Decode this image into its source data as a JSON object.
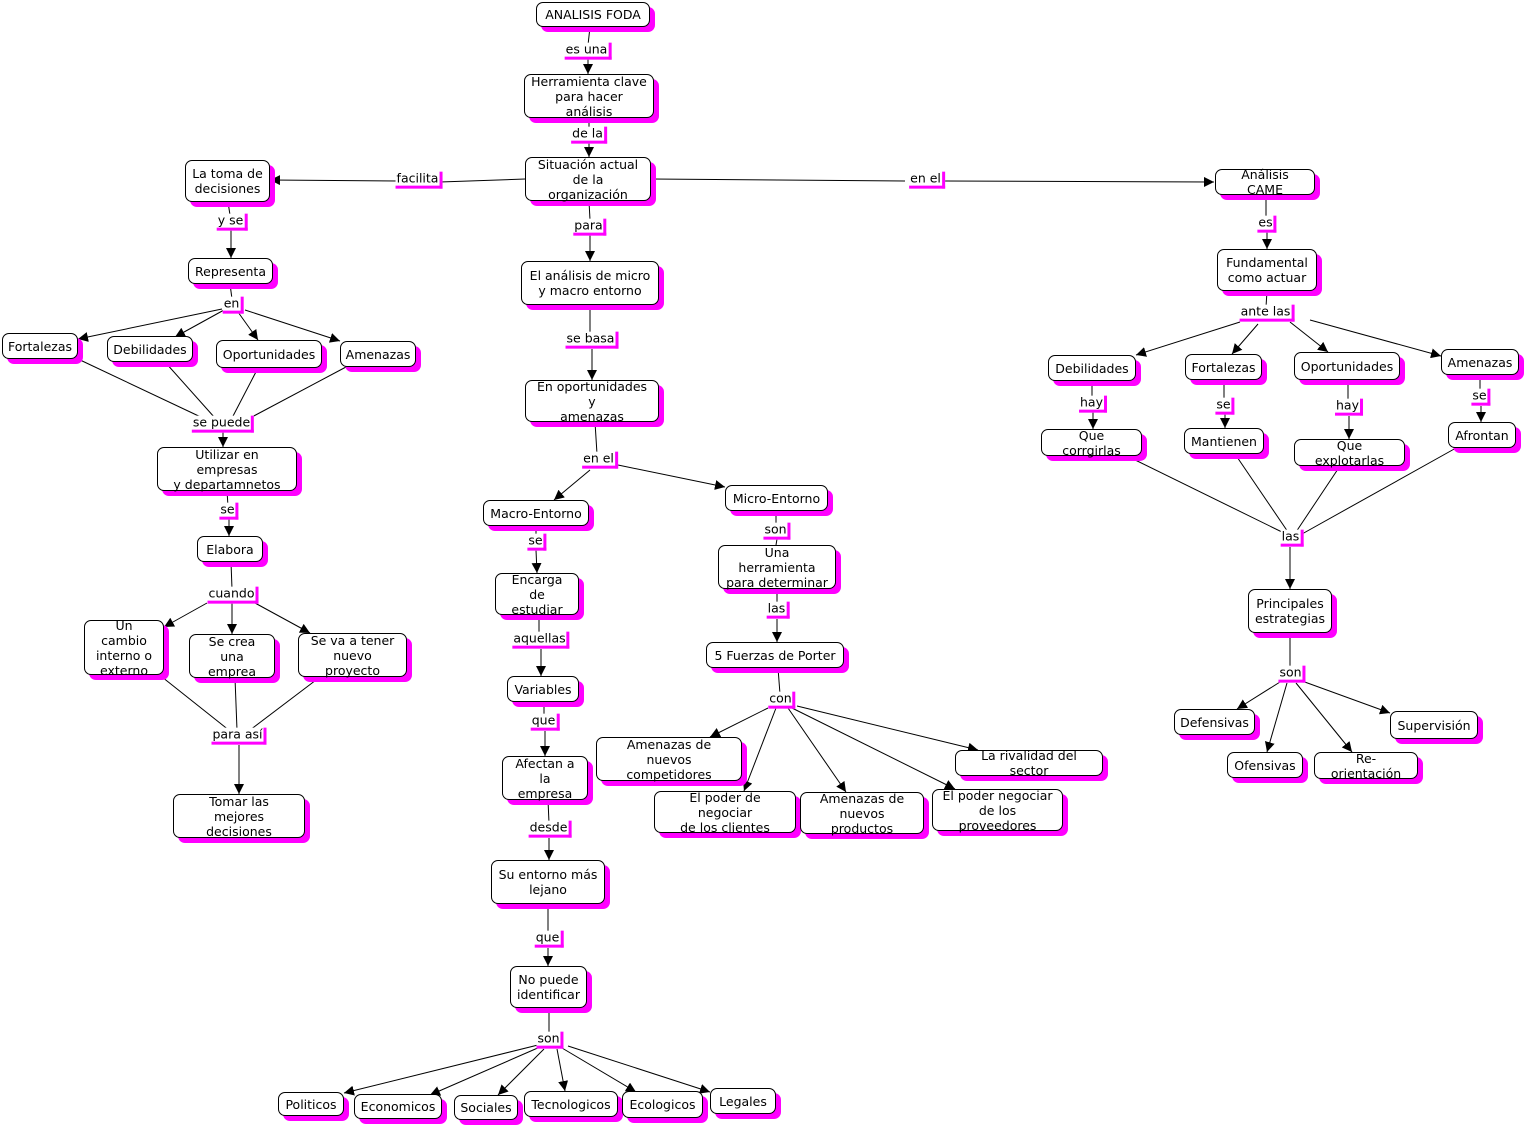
{
  "colors": {
    "shadow": "#ff00ff",
    "line": "#000000",
    "background": "#ffffff"
  },
  "nodes": {
    "analisis_foda": "ANALISIS FODA",
    "herramienta_clave": "Herramienta clave\npara hacer análisis",
    "situacion_actual": "Situación actual\nde la organización",
    "la_toma": "La toma de\ndecisiones",
    "representa": "Representa",
    "l_fortalezas": "Fortalezas",
    "l_debilidades": "Debilidades",
    "l_oportunidades": "Oportunidades",
    "l_amenazas": "Amenazas",
    "utilizar": "Utilizar en empresas\ny departamnetos",
    "elabora": "Elabora",
    "cambio": "Un cambio\ninterno o\nexterno",
    "crea_empresa": "Se crea una\nemprea",
    "nuevo_proyecto": "Se va a tener\nnuevo proyecto",
    "tomar_mejores": "Tomar las\nmejores decisiones",
    "analisis_micro": "El análisis de micro\ny macro entorno",
    "oportunidades_amenazas": "En oportunidades y\namenazas",
    "macro_entorno": "Macro-Entorno",
    "micro_entorno": "Micro-Entorno",
    "encarga": "Encarga de\nestudiar",
    "variables": "Variables",
    "afectan": "Afectan a la\nempresa",
    "entorno_lejano": "Su entorno más\nlejano",
    "no_puede": "No puede\nidentificar",
    "politicos": "Politicos",
    "economicos": "Economicos",
    "sociales": "Sociales",
    "tecnologicos": "Tecnologicos",
    "ecologicos": "Ecologicos",
    "legales": "Legales",
    "herramienta_determinar": "Una herramienta\npara determinar",
    "porter": "5 Fuerzas de Porter",
    "nuevos_competidores": "Amenazas de\nnuevos competidores",
    "poder_clientes": "El poder de negociar\nde los clientes",
    "nuevos_productos": "Amenazas de\nnuevos productos",
    "poder_proveedores": "El poder negociar\nde los proveedores",
    "rivalidad": "La rivalidad del sector",
    "came": "Análisis CAME",
    "fundamental": "Fundamental\ncomo actuar",
    "r_debilidades": "Debilidades",
    "r_fortalezas": "Fortalezas",
    "r_oportunidades": "Oportunidades",
    "r_amenazas": "Amenazas",
    "corregirlas": "Que corrgirlas",
    "mantienen": "Mantienen",
    "explotarlas": "Que explotarlas",
    "afrontan": "Afrontan",
    "principales": "Principales\nestrategias",
    "defensivas": "Defensivas",
    "ofensivas": "Ofensivas",
    "reorientacion": "Re-orientación",
    "supervision": "Supervisión"
  },
  "links": {
    "es_una": "es una",
    "de_la": "de la",
    "facilita": "facilita",
    "en_el_right": "en el",
    "para": "para",
    "y_se": "y se",
    "en_left": "en",
    "se_puede": "se puede",
    "se_left": "se",
    "cuando": "cuando",
    "para_asi": "para así",
    "se_basa": "se basa",
    "en_el_mid": "en el",
    "se_macro": "se",
    "aquellas": "aquellas",
    "que_1": "que",
    "desde": "desde",
    "que_2": "que",
    "son_bottom": "son",
    "son_micro": "son",
    "las_micro": "las",
    "con": "con",
    "es_came": "es",
    "ante_las": "ante las",
    "hay_1": "hay",
    "se_fort": "se",
    "hay_2": "hay",
    "se_amen": "se",
    "las_right": "las",
    "son_right": "son"
  }
}
